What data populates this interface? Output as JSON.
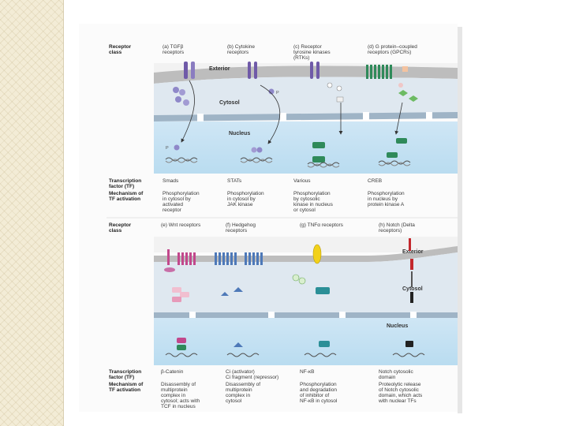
{
  "top_panel": {
    "receptor_class_label": [
      "Receptor",
      "class"
    ],
    "columns": [
      {
        "title": [
          "(a) TGFβ",
          "receptors"
        ],
        "tf": "Smads",
        "mechanism": [
          "Phosphorylation",
          "in cytosol by",
          "activated",
          "receptor"
        ]
      },
      {
        "title": [
          "(b) Cytokine",
          "receptors"
        ],
        "tf": "STATs",
        "mechanism": [
          "Phosphorylation",
          "in cytosol by",
          "JAK kinase"
        ]
      },
      {
        "title": [
          "(c) Receptor",
          "tyrosine kinases",
          "(RTKs)"
        ],
        "tf": "Various",
        "mechanism": [
          "Phosphorylation",
          "by cytosolic",
          "kinase in nucleus",
          "or cytosol"
        ]
      },
      {
        "title": [
          "(d) G protein–coupled",
          "receptors (GPCRs)"
        ],
        "tf": "CREB",
        "mechanism": [
          "Phosphorylation",
          "in nucleus by",
          "protein kinase A"
        ]
      }
    ],
    "exterior_label": "Exterior",
    "cytosol_label": "Cytosol",
    "nucleus_label": "Nucleus",
    "tf_label": [
      "Transcription",
      "factor (TF)"
    ],
    "mechanism_label": [
      "Mechanism of",
      "TF activation"
    ],
    "phospho_marker": "P"
  },
  "bottom_panel": {
    "receptor_class_label": [
      "Receptor",
      "class"
    ],
    "columns": [
      {
        "title": [
          "(e) Wnt receptors"
        ],
        "tf": "β-Catenin",
        "mechanism": [
          "Disassembly of",
          "multiprotein",
          "complex in",
          "cytosol; acts with",
          "TCF in nucleus"
        ]
      },
      {
        "title": [
          "(f) Hedgehog",
          "receptors"
        ],
        "tf": "Ci (activator)",
        "tf2": "Ci fragment (repressor)",
        "mechanism": [
          "Disassembly of",
          "multiprotein",
          "complex in",
          "cytosol"
        ]
      },
      {
        "title": [
          "(g) TNFα receptors"
        ],
        "tf": "NF-κB",
        "mechanism": [
          "Phosphorylation",
          "and degradation",
          "of inhibitor of",
          "NF-κB in cytosol"
        ]
      },
      {
        "title": [
          "(h) Notch (Delta",
          "receptors)"
        ],
        "tf": "Notch cytosolic",
        "tf2": "domain",
        "mechanism": [
          "Proteolytic release",
          "of Notch cytosolic",
          "domain, which acts",
          "with nuclear TFs"
        ]
      }
    ],
    "exterior_label": "Exterior",
    "cytosol_label": "Cytosol",
    "nucleus_label": "Nucleus",
    "tf_label": [
      "Transcription",
      "factor (TF)"
    ],
    "mechanism_label": [
      "Mechanism of",
      "TF activation"
    ]
  },
  "colors": {
    "cytosol": "#dfe8f0",
    "nucleus": "#c9e4f4",
    "exterior": "#f2f2f2",
    "membrane": "#b7b7b7",
    "receptor_purple": "#6f5aa8",
    "receptor_pink": "#c2488c",
    "receptor_blue": "#4e79b8",
    "protein_green": "#2f8a5a",
    "protein_teal": "#2b8f97",
    "protein_yellow": "#f2d11a",
    "notch_red": "#c3282d"
  }
}
